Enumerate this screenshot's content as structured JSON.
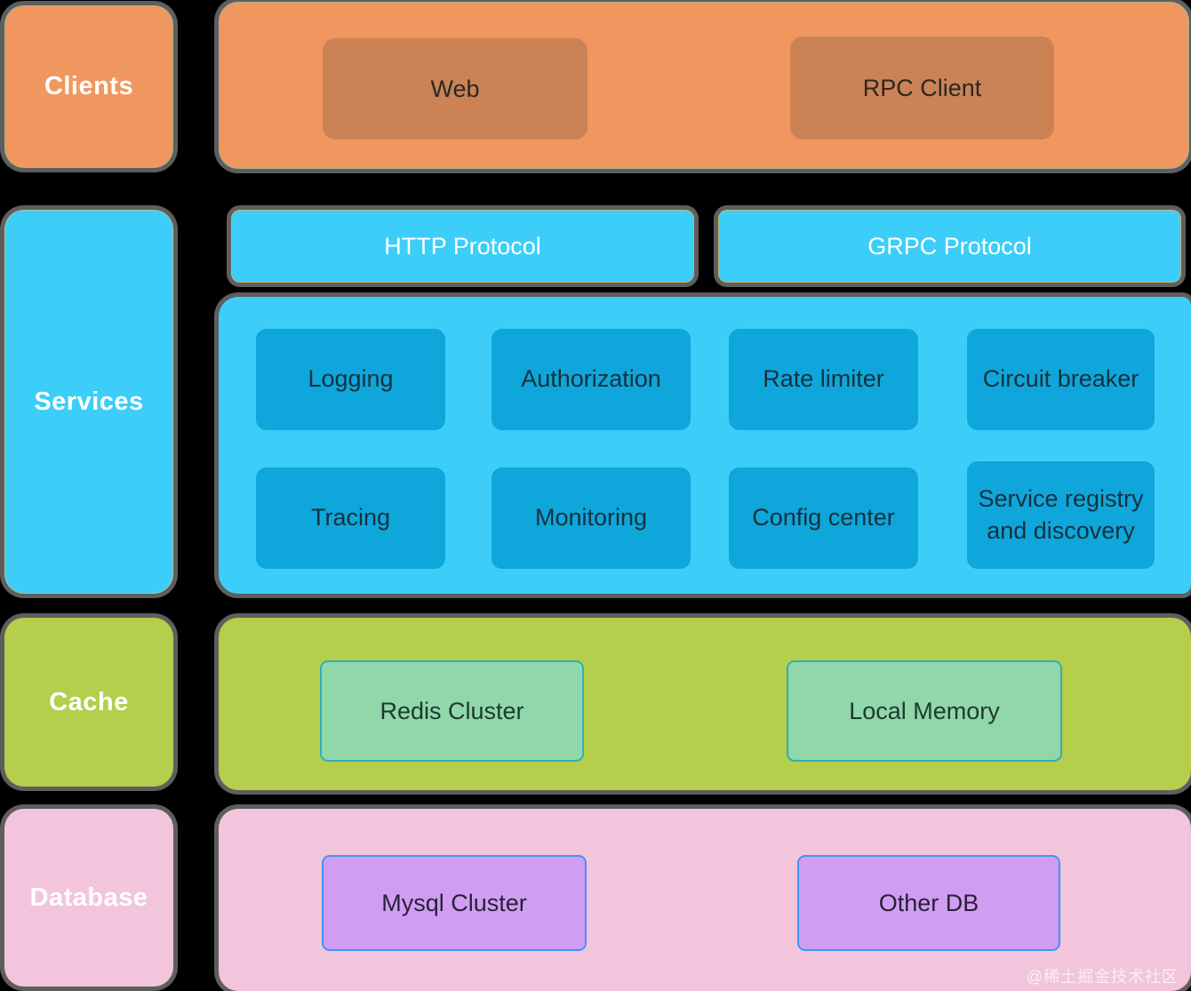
{
  "diagram": {
    "clients": {
      "label": "Clients",
      "web": "Web",
      "rpc": "RPC Client"
    },
    "protocols": {
      "http": "HTTP Protocol",
      "grpc": "GRPC Protocol"
    },
    "services": {
      "label": "Services",
      "boxes": [
        "Logging",
        "Authorization",
        "Rate limiter",
        "Circuit breaker",
        "Tracing",
        "Monitoring",
        "Config center",
        "Service registry and discovery"
      ]
    },
    "cache": {
      "label": "Cache",
      "redis": "Redis Cluster",
      "memory": "Local Memory"
    },
    "database": {
      "label": "Database",
      "mysql": "Mysql Cluster",
      "other": "Other DB"
    },
    "watermark": "@稀土掘金技术社区"
  },
  "colors": {
    "background": "#000000",
    "clients_bg": "#F0975F",
    "client_inner_bg": "#CB8356",
    "protocol_bg": "#3CCEF8",
    "services_bg": "#3CCEF8",
    "service_inner_bg": "#0EA6DB",
    "cache_bg": "#B5CE4B",
    "cache_inner_bg": "#90D7AA",
    "cache_inner_border": "#2FB0B5",
    "database_bg": "#F2C5DC",
    "db_inner_bg": "#D09DF3",
    "db_inner_border": "#3E96F5",
    "label_text": "#FFFFFF",
    "halo_shadow": "#ACACAC"
  }
}
